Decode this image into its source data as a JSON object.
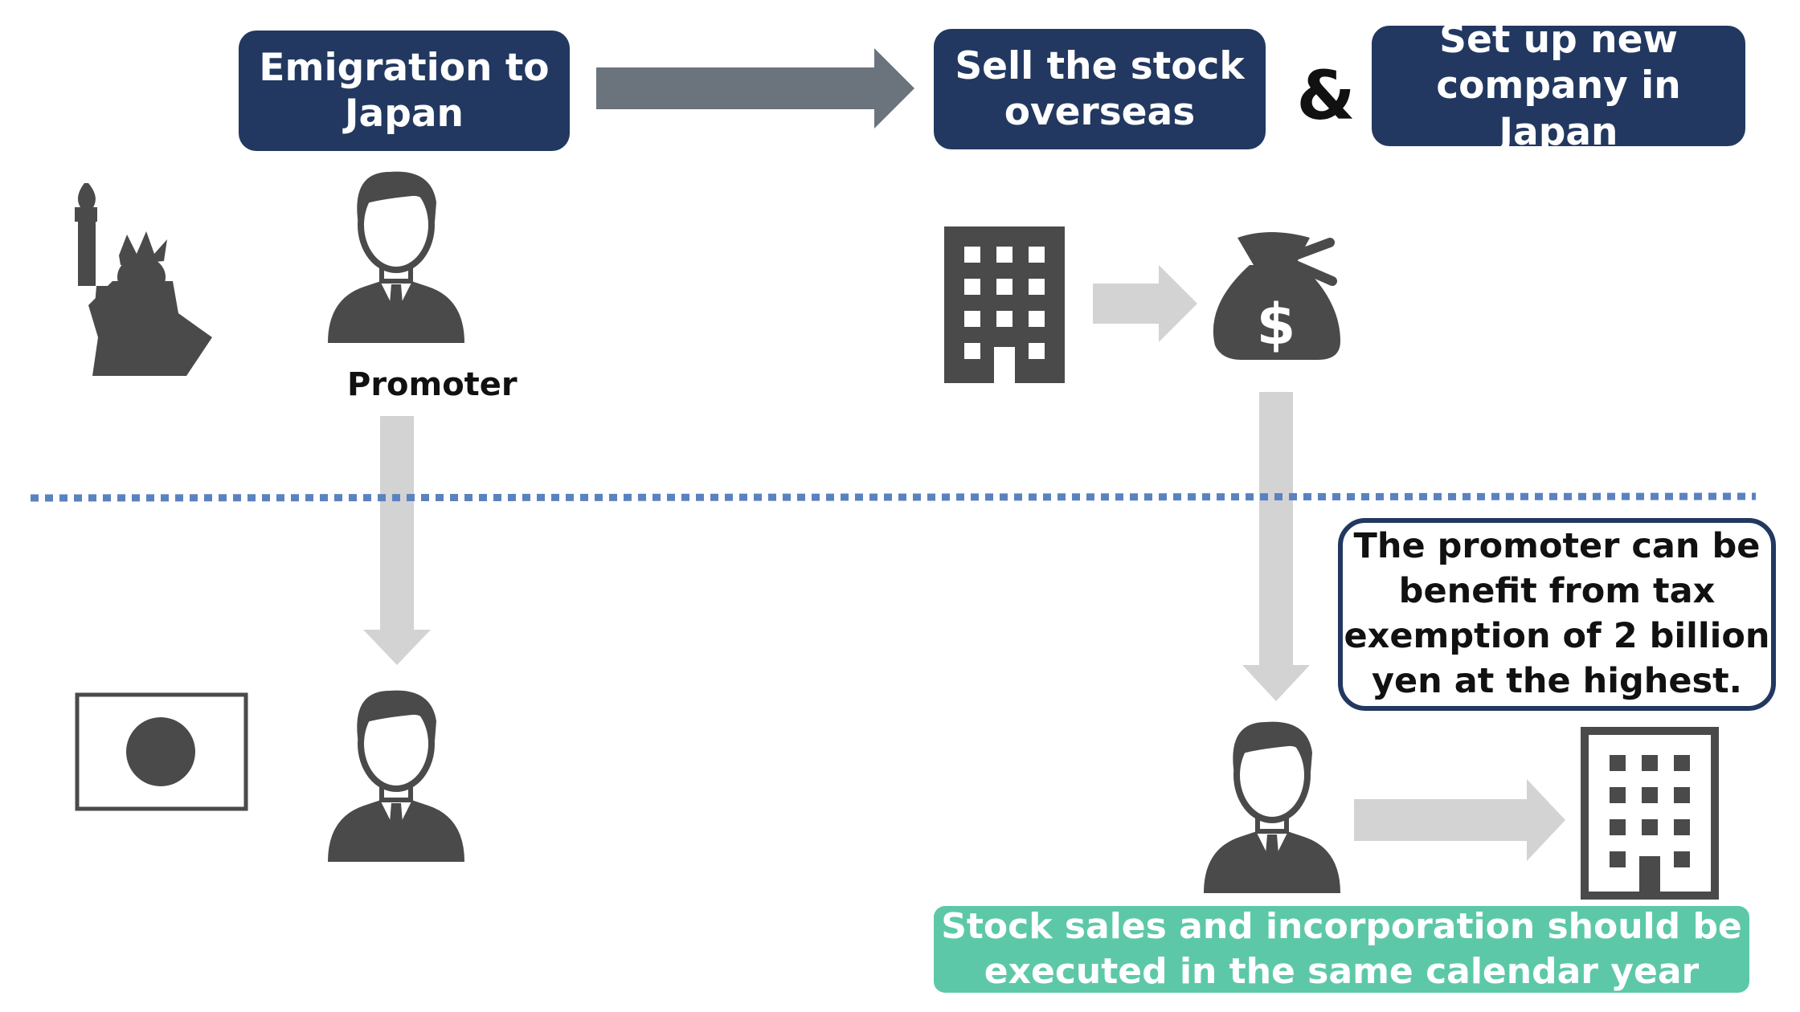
{
  "boxes": {
    "emigration": {
      "line1": "Emigration to",
      "line2": "Japan"
    },
    "sell_stock": {
      "line1": "Sell the stock",
      "line2": "overseas"
    },
    "ampersand": "&",
    "new_company": {
      "line1": "Set up new",
      "line2": "company in Japan"
    }
  },
  "promoter_label": "Promoter",
  "note": {
    "line1": "The promoter can be",
    "line2": "benefit from tax",
    "line3": "exemption of 2 billion",
    "line4": "yen at the highest."
  },
  "banner": {
    "line1": "Stock sales and incorporation should be",
    "line2": "executed in the same calendar year"
  },
  "colors": {
    "navy": "#223860",
    "icon_gray": "#4a4a4a",
    "arrow_dark": "#6b747d",
    "arrow_light": "#d3d3d3",
    "divider_blue": "#5b82c0",
    "banner_green": "#5dc8a8"
  },
  "icons": [
    "statue-of-liberty-icon",
    "businessman-icon",
    "office-building-icon",
    "money-bag-icon",
    "japan-flag-icon"
  ]
}
